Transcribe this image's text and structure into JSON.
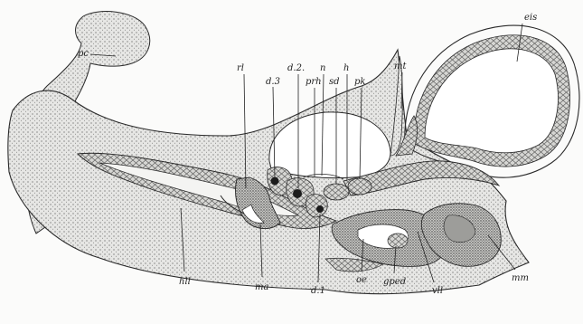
{
  "figure": {
    "ink": "#2a2a2a",
    "tissue_fill": "#e4e4e2",
    "cavity_fill": "#ffffff",
    "epithelium_fill": "#cfcfcd",
    "dense_fill": "#b9b9b6"
  },
  "labels": [
    {
      "id": "pc",
      "text": "pc"
    },
    {
      "id": "eis",
      "text": "eis"
    },
    {
      "id": "mt",
      "text": "mt"
    },
    {
      "id": "rl",
      "text": "rl"
    },
    {
      "id": "d2",
      "text": "d.2."
    },
    {
      "id": "n",
      "text": "n"
    },
    {
      "id": "h",
      "text": "h"
    },
    {
      "id": "d3",
      "text": "d.3"
    },
    {
      "id": "prh",
      "text": "prh"
    },
    {
      "id": "sd",
      "text": "sd"
    },
    {
      "id": "pk",
      "text": "pk"
    },
    {
      "id": "hll",
      "text": "hll"
    },
    {
      "id": "ma",
      "text": "ma"
    },
    {
      "id": "d1",
      "text": "d.1"
    },
    {
      "id": "oe",
      "text": "oe"
    },
    {
      "id": "gped",
      "text": "gped"
    },
    {
      "id": "vll",
      "text": "vll"
    },
    {
      "id": "mm",
      "text": "mm"
    }
  ]
}
